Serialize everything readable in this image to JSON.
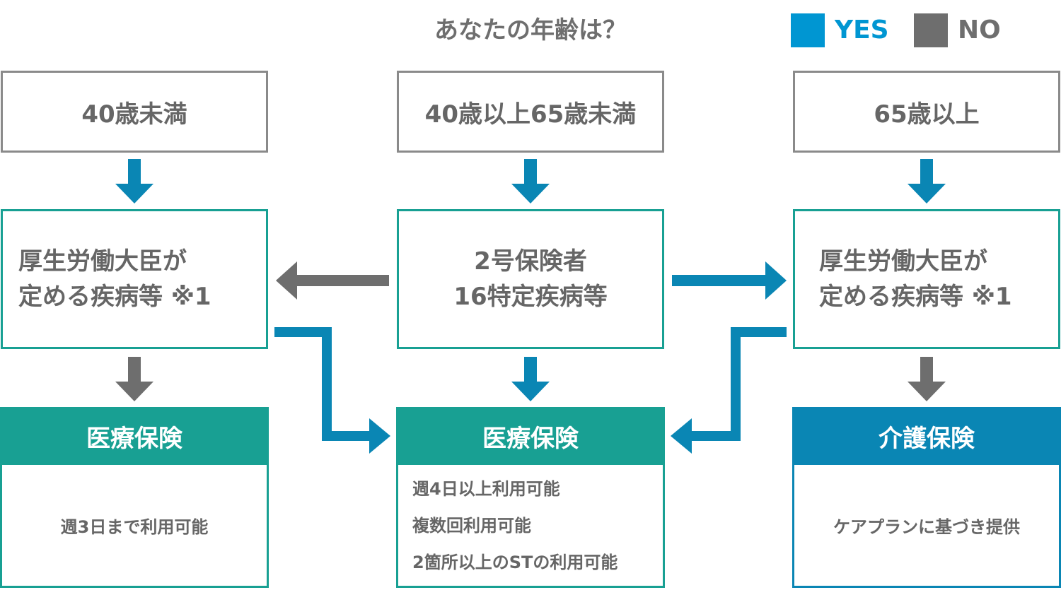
{
  "title": "あなたの年齢は？",
  "legend": {
    "yes_label": "YES",
    "no_label": "NO",
    "yes_color": "#0096d2",
    "no_color": "#6e6e6e"
  },
  "colors": {
    "arrow_blue": "#0a86b4",
    "arrow_gray": "#6e6e6e",
    "teal": "#18a093",
    "blue": "#0a86b4",
    "box_border_gray": "#8a8a8a"
  },
  "ages": {
    "under40": "40歳未満",
    "between40_65": "40歳以上65歳未満",
    "over65": "65歳以上"
  },
  "conditions": {
    "left": {
      "line1": "厚生労働大臣が",
      "line2": "定める疾病等 ※1"
    },
    "center": {
      "line1": "2号保険者",
      "line2": "16特定疾病等"
    },
    "right": {
      "line1": "厚生労働大臣が",
      "line2": "定める疾病等 ※1"
    }
  },
  "insurance": {
    "left": {
      "title": "医療保険",
      "items": [
        "週3日まで利用可能"
      ]
    },
    "center": {
      "title": "医療保険",
      "items": [
        "週4日以上利用可能",
        "複数回利用可能",
        "2箇所以上のSTの利用可能"
      ]
    },
    "right": {
      "title": "介護保険",
      "items": [
        "ケアプランに基づき提供"
      ]
    }
  }
}
